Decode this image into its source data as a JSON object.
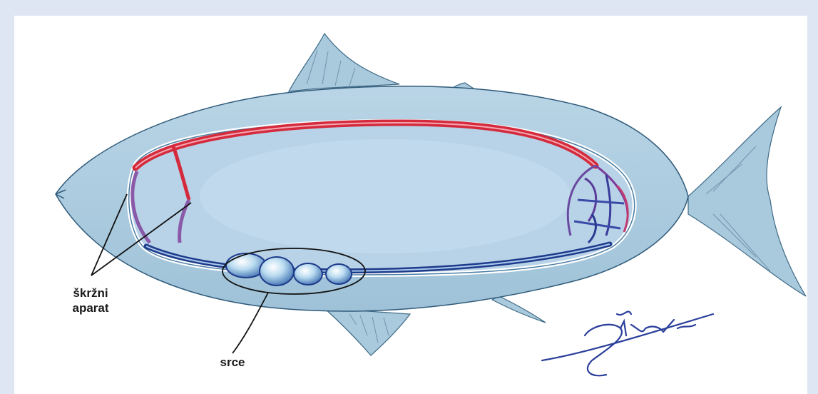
{
  "labels": {
    "gills": {
      "line1": "škržni",
      "line2": "aparat"
    },
    "heart": "srce"
  },
  "signature": "Sudaric",
  "colors": {
    "background": "#dfe6f3",
    "fish_body": "#a9c9dc",
    "body_cavity": "#b8d3e8",
    "artery": "#d42a3c",
    "vein": "#1e3a8a",
    "outline": "#1a1a1a",
    "signature": "#2a3f9a"
  },
  "icons": {
    "signature": "handwritten-signature",
    "fish": "fish-circulatory-system-illustration"
  }
}
